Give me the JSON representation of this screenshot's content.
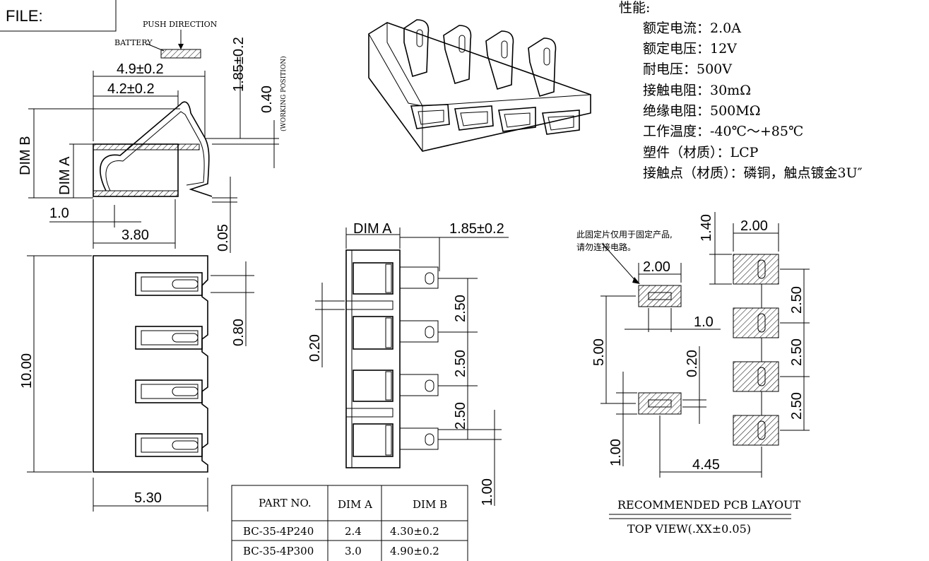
{
  "file_label": "FILE:",
  "side_view": {
    "battery": "BATTERY",
    "push_direction": "PUSH DIRECTION",
    "working_position": "(WORKING POSITION)",
    "dim_4_9": "4.9±0.2",
    "dim_4_2": "4.2±0.2",
    "dim_1_85": "1.85±0.2",
    "dim_0_40": "0.40",
    "dim_b": "DIM B",
    "dim_a": "DIM A",
    "dim_1_0": "1.0",
    "dim_3_80": "3.80",
    "dim_0_05": "0.05"
  },
  "top_view": {
    "dim_10_00": "10.00",
    "dim_0_80": "0.80",
    "dim_5_30": "5.30"
  },
  "front_view": {
    "dim_a": "DIM A",
    "dim_1_85": "1.85±0.2",
    "dim_0_20": "0.20",
    "pitch_1": "2.50",
    "pitch_2": "2.50",
    "pitch_3": "2.50",
    "dim_1_00": "1.00"
  },
  "specs": {
    "heading": "性能:",
    "lines": [
      "额定电流：2.0A",
      "额定电压：12V",
      "耐电压：500V",
      "接触电阻：30mΩ",
      "绝缘电阻：500MΩ",
      "工作温度：-40℃～+85℃",
      "塑件（材质）：LCP",
      "接触点（材质）：磷铜，触点镀金3U″"
    ]
  },
  "pcb_layout": {
    "note_line1": "此固定片仅用于固定产品,",
    "note_line2": "请勿连接电路。",
    "dim_2_00_left": "2.00",
    "dim_2_00_right": "2.00",
    "dim_1_40": "1.40",
    "dim_1_0": "1.0",
    "dim_5_00": "5.00",
    "dim_0_20": "0.20",
    "dim_1_00": "1.00",
    "dim_4_45": "4.45",
    "pitch_1": "2.50",
    "pitch_2": "2.50",
    "pitch_3": "2.50",
    "caption": "RECOMMENDED PCB LAYOUT",
    "subcaption": "TOP VIEW(.XX±0.05)"
  },
  "part_table": {
    "headers": [
      "PART NO.",
      "DIM A",
      "DIM B"
    ],
    "rows": [
      [
        "BC-35-4P240",
        "2.4",
        "4.30±0.2"
      ],
      [
        "BC-35-4P300",
        "3.0",
        "4.90±0.2"
      ]
    ]
  }
}
